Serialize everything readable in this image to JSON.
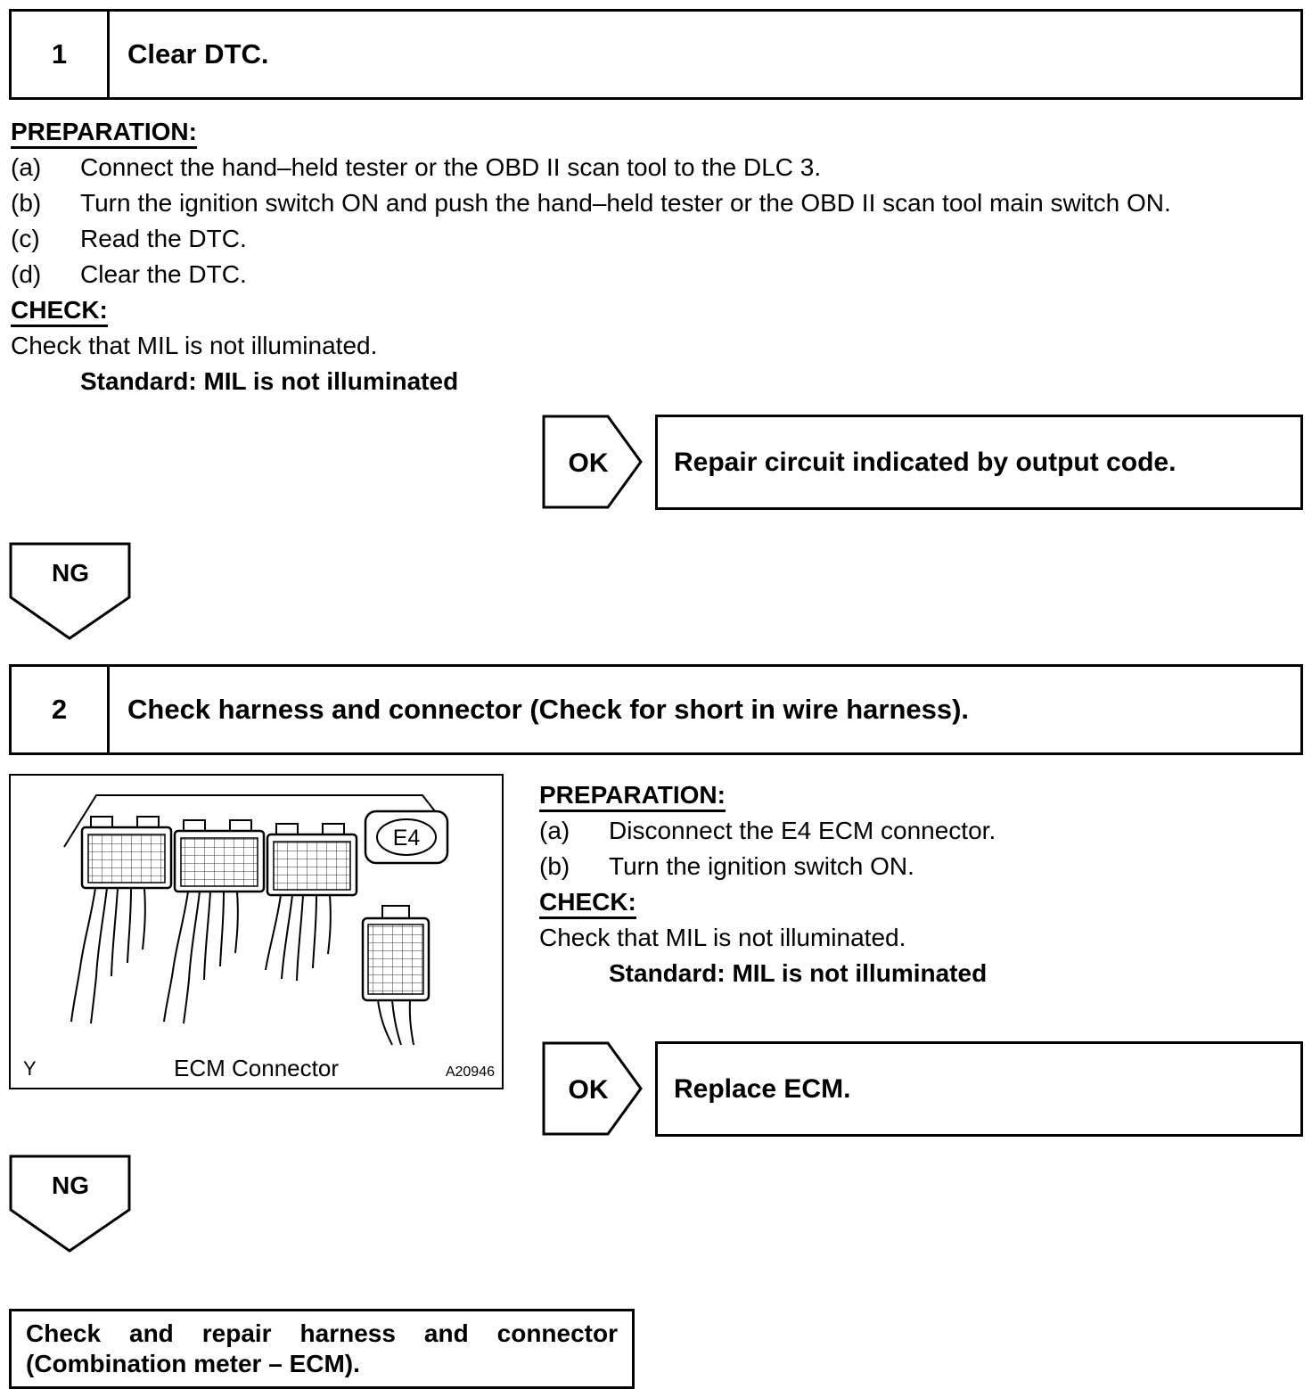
{
  "step1": {
    "number": "1",
    "title": "Clear DTC.",
    "preparation_heading": "PREPARATION:",
    "preparation_items": [
      {
        "label": "(a)",
        "text": "Connect the hand–held tester or the OBD II scan tool to the DLC 3."
      },
      {
        "label": "(b)",
        "text": "Turn the ignition switch ON and push the hand–held tester or the OBD II scan tool main switch ON."
      },
      {
        "label": "(c)",
        "text": "Read the DTC."
      },
      {
        "label": "(d)",
        "text": "Clear the DTC."
      }
    ],
    "check_heading": "CHECK:",
    "check_text": "Check that MIL is not illuminated.",
    "standard_text": "Standard: MIL is not illuminated",
    "ok_label": "OK",
    "ok_result": "Repair circuit indicated by output code.",
    "ng_label": "NG"
  },
  "step2": {
    "number": "2",
    "title": "Check harness and connector (Check for short in wire harness).",
    "figure": {
      "corner_label": "Y",
      "caption": "ECM Connector",
      "code": "A20946",
      "connector_label": "E4"
    },
    "preparation_heading": "PREPARATION:",
    "preparation_items": [
      {
        "label": "(a)",
        "text": "Disconnect the E4 ECM connector."
      },
      {
        "label": "(b)",
        "text": "Turn the ignition switch ON."
      }
    ],
    "check_heading": "CHECK:",
    "check_text": "Check that MIL is not illuminated.",
    "standard_text": "Standard: MIL is not illuminated",
    "ok_label": "OK",
    "ok_result": "Replace ECM.",
    "ng_label": "NG"
  },
  "final": {
    "lines": [
      "Check and repair harness and connector",
      "(Combination meter – ECM)."
    ]
  }
}
